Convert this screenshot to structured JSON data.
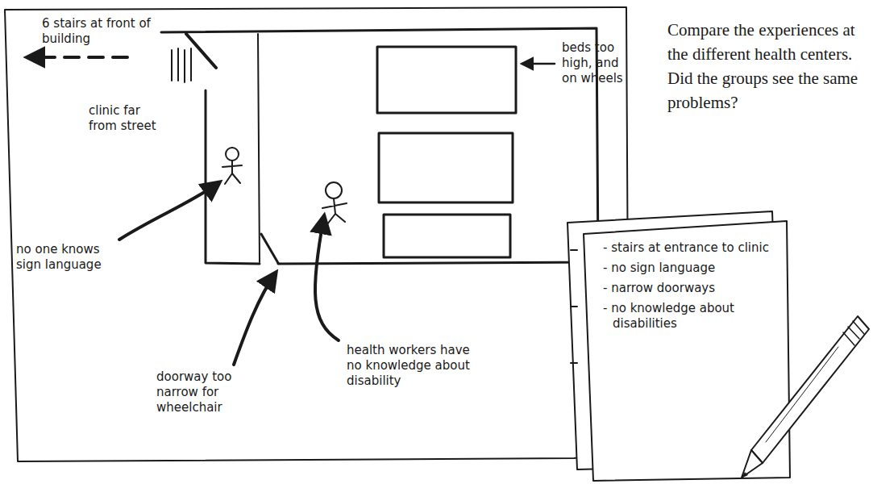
{
  "diagram": {
    "nodes": [
      {
        "text": [
          "- stairs at entrance to clinic",
          "- no sign language",
          "- narrow doorways",
          "- no knowledge about disabilities"
        ]
      }
    ],
    "labels": [
      "6 stairs at front of building",
      "clinic far from street",
      "beds too high, and on wheels",
      "no one knows sign language",
      "doorway too narrow for wheelchair",
      "health workers have no knowledge about disability",
      "Compare the experiences at the different health centers. Did the groups see the same problems?"
    ]
  }
}
